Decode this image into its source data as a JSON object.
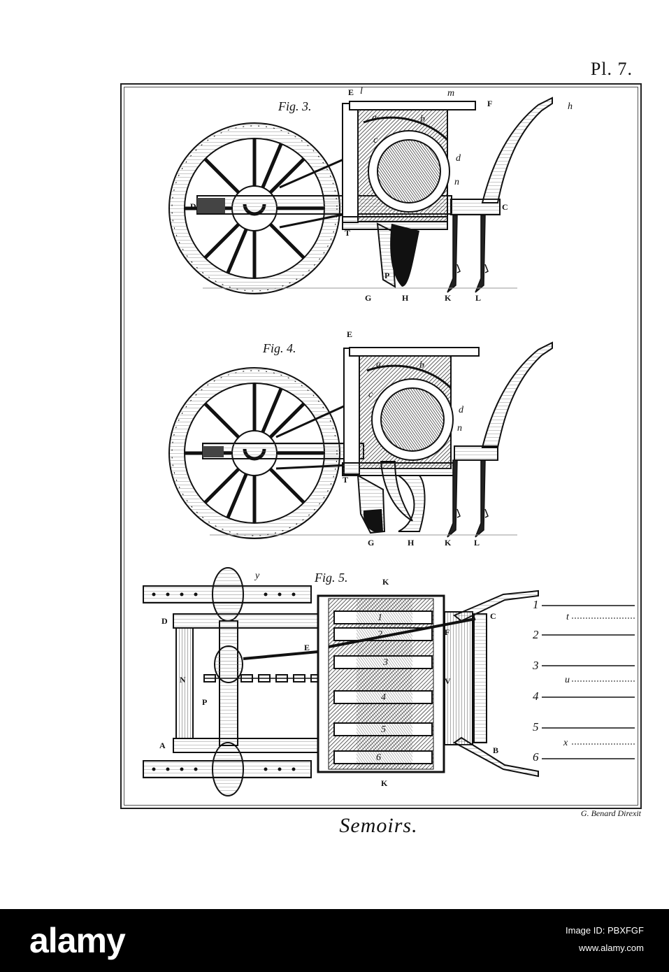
{
  "plate": {
    "number": "Pl. 7.",
    "title": "Semoirs.",
    "engraver": "G. Benard Direxit"
  },
  "figures": {
    "fig3": {
      "caption": "Fig. 3.",
      "letters": [
        "E",
        "l",
        "m",
        "F",
        "h",
        "a",
        "b",
        "c",
        "d",
        "n",
        "D",
        "C",
        "T",
        "P",
        "G",
        "H",
        "K",
        "L"
      ]
    },
    "fig4": {
      "caption": "Fig. 4.",
      "letters": [
        "E",
        "a",
        "b",
        "c",
        "d",
        "n",
        "T",
        "G",
        "H",
        "K",
        "L"
      ]
    },
    "fig5": {
      "caption": "Fig. 5.",
      "letters": [
        "y",
        "K",
        "D",
        "C",
        "F",
        "E",
        "N",
        "P",
        "V",
        "A",
        "B",
        "K"
      ],
      "compartments": [
        "1",
        "2",
        "3",
        "4",
        "5",
        "6"
      ],
      "row_numbers": [
        "1",
        "2",
        "3",
        "4",
        "5",
        "6"
      ],
      "drill_marks": [
        "t",
        "u",
        "x"
      ]
    }
  },
  "colors": {
    "ink": "#111111",
    "hatch": "#3a3a3a",
    "paper": "#ffffff"
  },
  "watermark": {
    "logo": "alamy",
    "image_id": "Image ID: PBXFGF",
    "url": "www.alamy.com"
  }
}
